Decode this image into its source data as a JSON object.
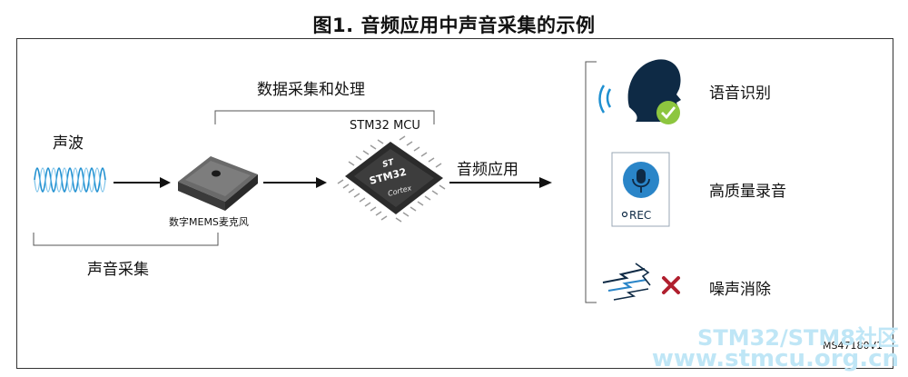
{
  "title": "图1. 音频应用中声音采集的示例",
  "sound_wave_label": "声波",
  "sound_capture_label": "声音采集",
  "data_processing_label": "数据采集和处理",
  "mic_label": "数字MEMS麦克风",
  "mcu_label": "STM32 MCU",
  "mcu_chip_brand": "STM32",
  "mcu_chip_core": "Cortex",
  "audio_app_label": "音频应用",
  "applications": [
    {
      "label": "语音识别",
      "icon": "speaking-head-check-icon"
    },
    {
      "label": "高质量录音",
      "icon": "microphone-rec-icon",
      "badge": "REC"
    },
    {
      "label": "噪声消除",
      "icon": "noise-cancel-icon"
    }
  ],
  "figure_code": "MS47180V1",
  "watermark": {
    "line1": "STM32/STM8社区",
    "line2": "www.stmcu.org.cn"
  },
  "colors": {
    "wave_blue": "#1e8fd0",
    "check_green": "#8dc63f",
    "mic_blue": "#2a85c8",
    "cancel_red": "#b01f2e"
  }
}
